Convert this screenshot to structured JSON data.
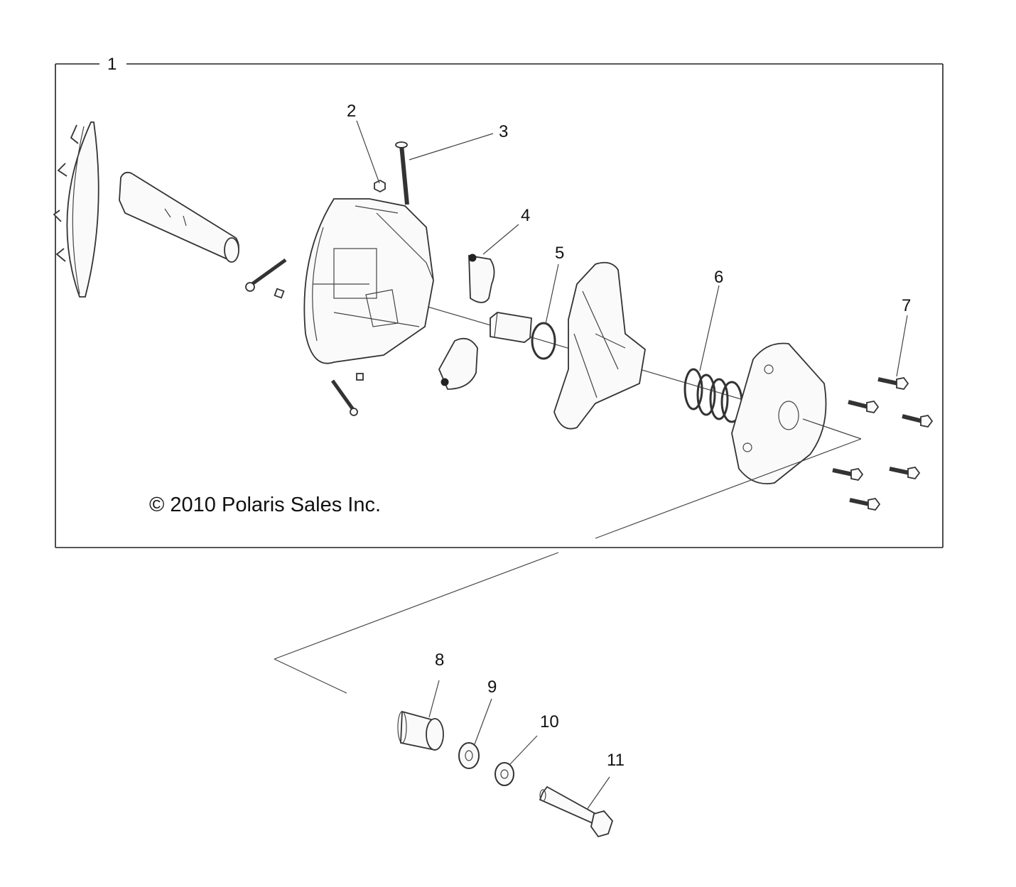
{
  "diagram": {
    "copyright": "© 2010 Polaris Sales Inc.",
    "callouts": [
      {
        "id": "1",
        "label": "1"
      },
      {
        "id": "2",
        "label": "2"
      },
      {
        "id": "3",
        "label": "3"
      },
      {
        "id": "4",
        "label": "4"
      },
      {
        "id": "5",
        "label": "5"
      },
      {
        "id": "6",
        "label": "6"
      },
      {
        "id": "7",
        "label": "7"
      },
      {
        "id": "8",
        "label": "8"
      },
      {
        "id": "9",
        "label": "9"
      },
      {
        "id": "10",
        "label": "10"
      },
      {
        "id": "11",
        "label": "11"
      }
    ]
  }
}
